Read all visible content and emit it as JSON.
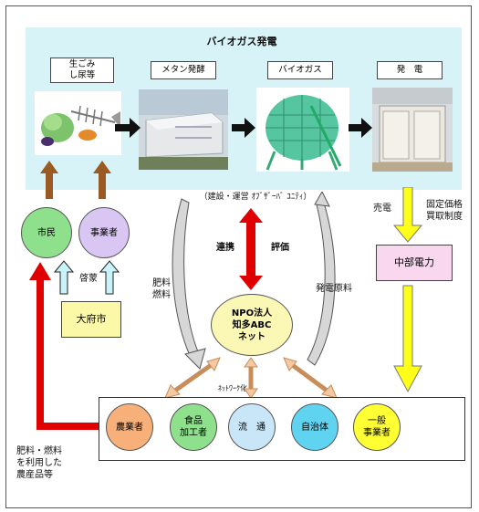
{
  "diagram": {
    "title": "バイオガス発電",
    "stages": [
      "生ごみ\nし尿等",
      "メタン発酵",
      "バイオガス",
      "発　電"
    ],
    "bracket_label": "（建設・運営 ｵﾌﾞｻﾞｰﾊﾞ ﾕﾆﾃｨ）",
    "citizen": "市民",
    "business": "事業者",
    "keimo": "啓蒙",
    "city": "大府市",
    "renkei": "連携",
    "hyoka": "評価",
    "npo": "NPO法人\n知多ABC\nネット",
    "fertilizer_fuel": "肥料\n燃料",
    "power_material": "発電原料",
    "sell_power": "売電",
    "fixed_price": "固定価格\n買取制度",
    "chubu": "中部電力",
    "network": "ﾈｯﾄﾜｰｸ化",
    "members": [
      "農業者",
      "食品\n加工者",
      "流　通",
      "自治体",
      "一般\n事業者"
    ],
    "bottom_note": "肥料・燃料\nを利用した\n農産品等"
  },
  "colors": {
    "panel_bg": "#d8f3f7",
    "citizen_fill": "#8ee08c",
    "business_fill": "#d9c6f2",
    "city_fill": "#fbf8a8",
    "npo_fill": "#fbf8b5",
    "chubu_fill": "#f8d7ef",
    "red": "#e00000",
    "brown": "#9a5a22",
    "yellow": "#ffff1a",
    "tan": "#f2c9a3"
  }
}
